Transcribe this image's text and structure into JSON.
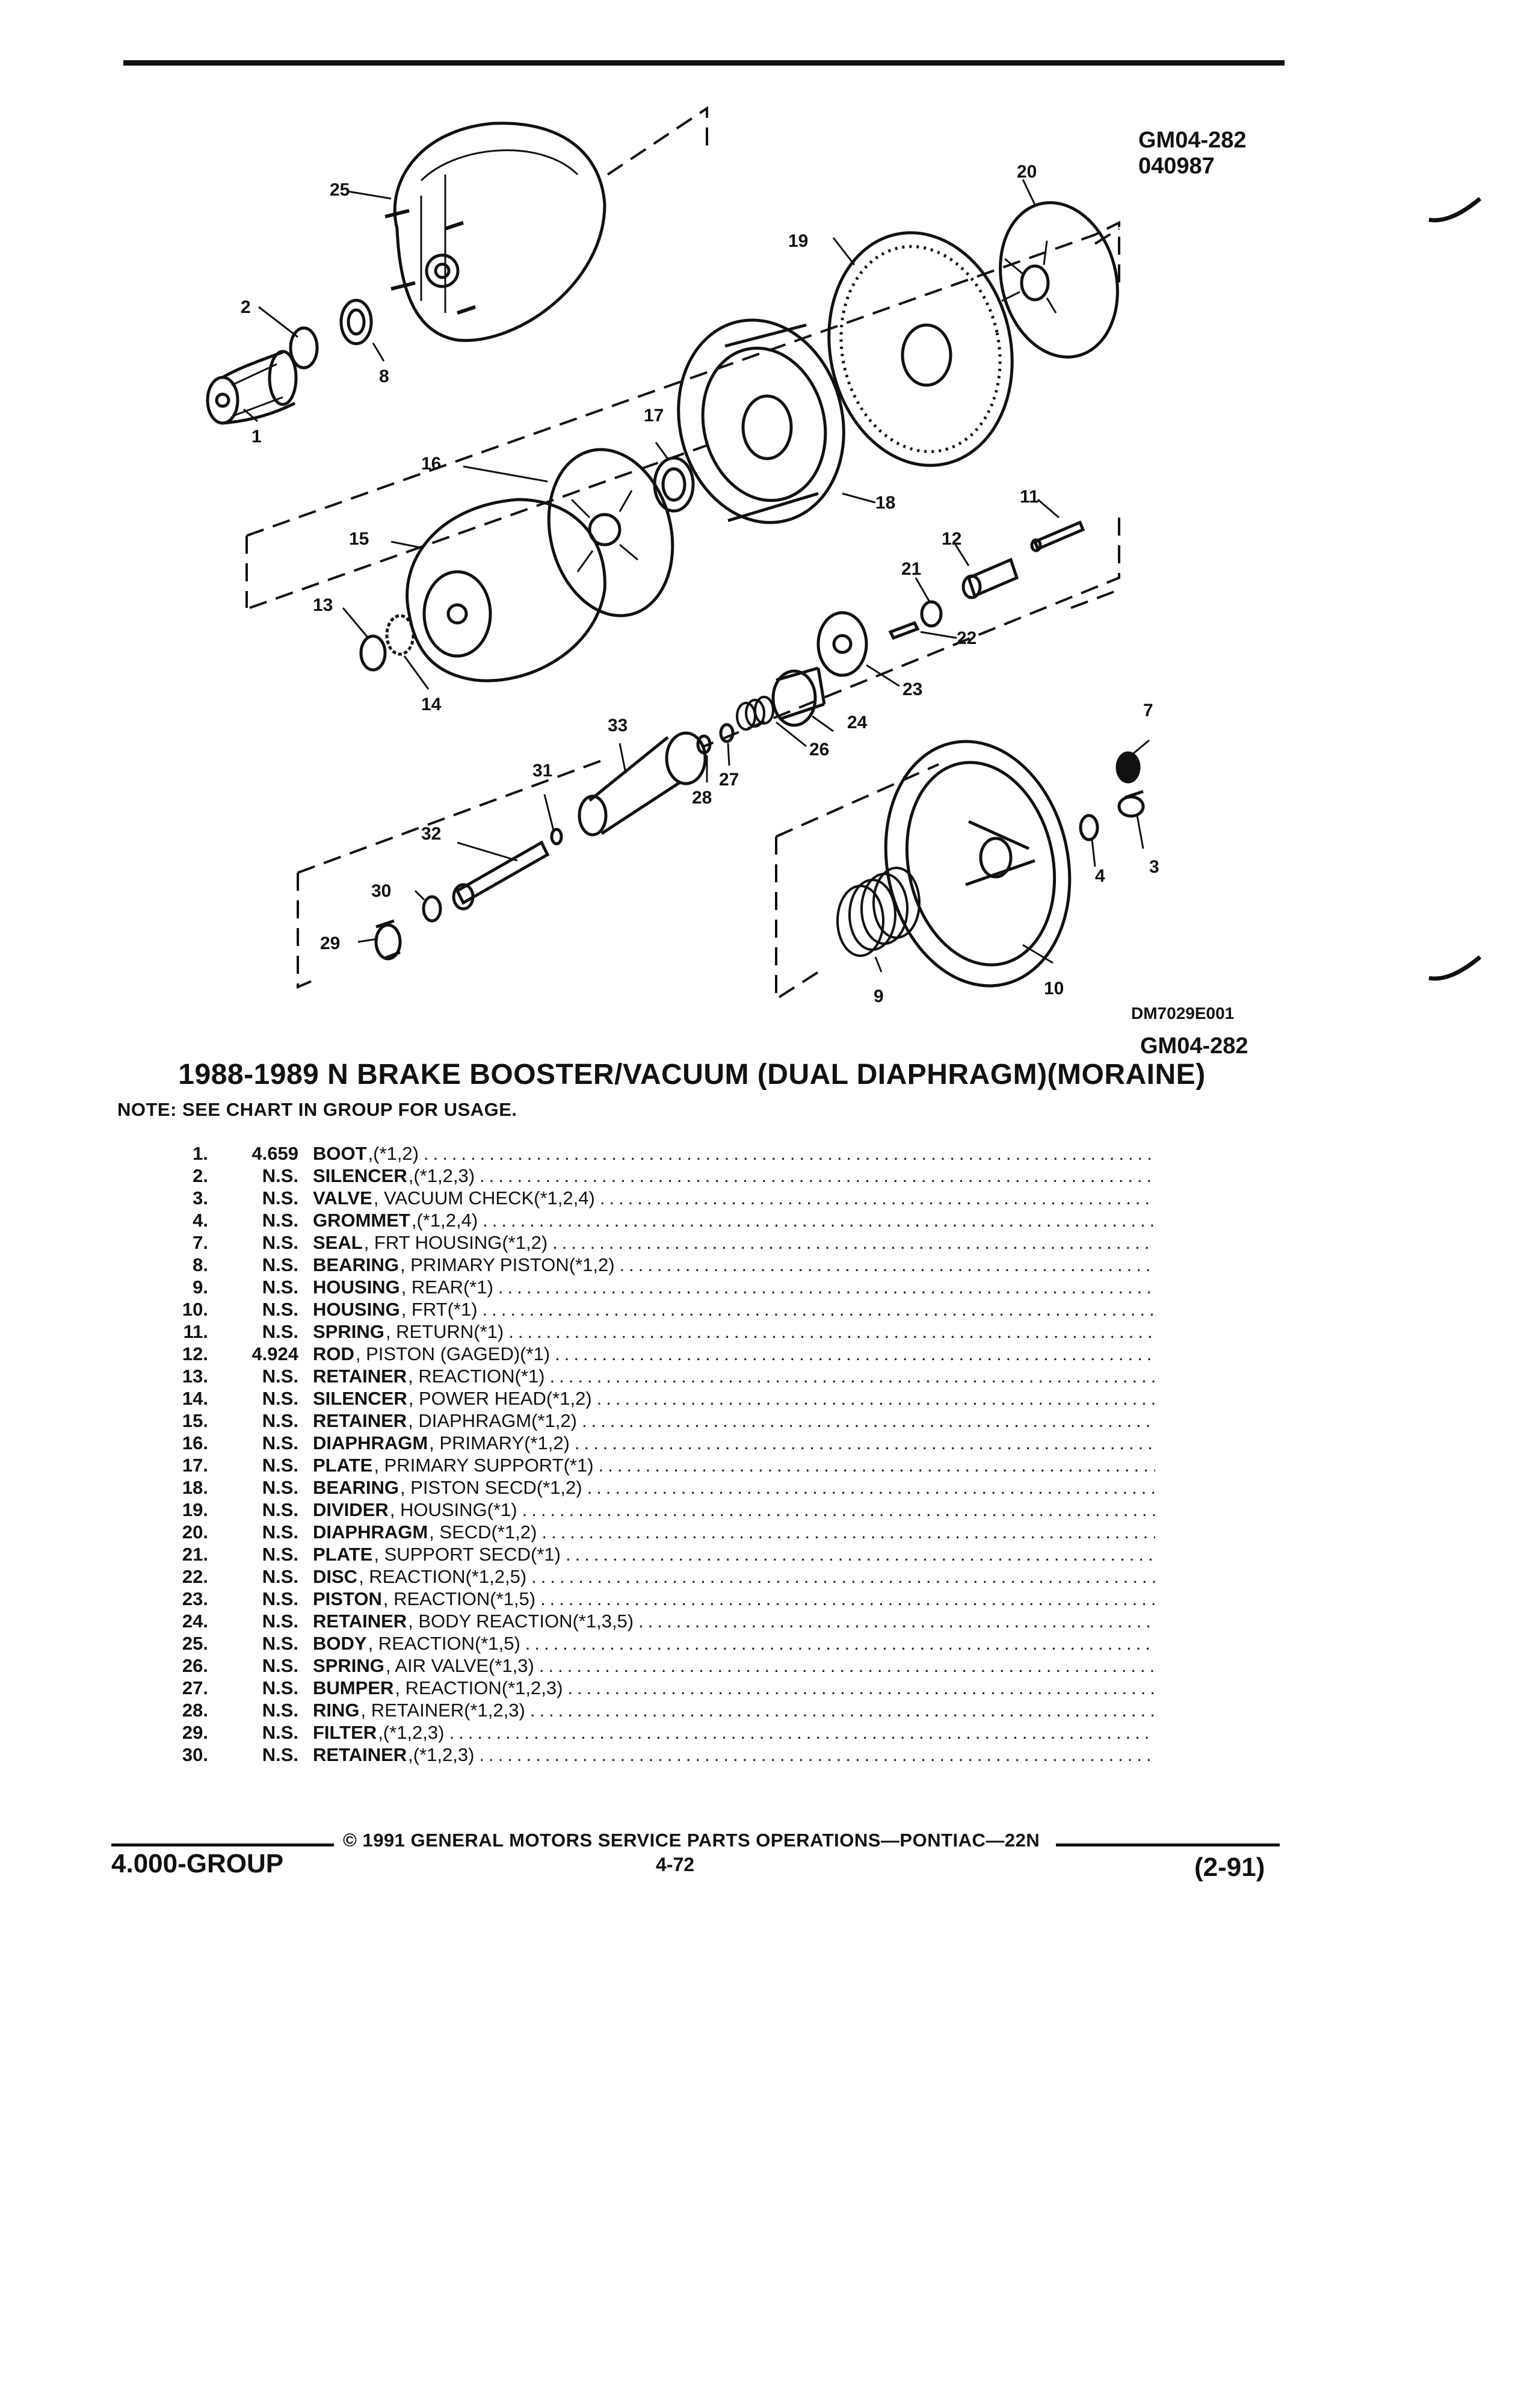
{
  "header": {
    "ref_code": "GM04-282",
    "date_code": "040987"
  },
  "figure": {
    "drawing_number": "DM7029E001",
    "ref_code_bottom": "GM04-282",
    "callouts": [
      "1",
      "2",
      "3",
      "4",
      "7",
      "8",
      "9",
      "10",
      "11",
      "12",
      "13",
      "14",
      "15",
      "16",
      "17",
      "18",
      "19",
      "20",
      "21",
      "22",
      "23",
      "24",
      "25",
      "26",
      "27",
      "28",
      "29",
      "30",
      "31",
      "32",
      "33"
    ]
  },
  "title": "1988-1989 N BRAKE BOOSTER/VACUUM (DUAL DIAPHRAGM)(MORAINE)",
  "note": "NOTE:  SEE CHART IN GROUP FOR USAGE.",
  "parts": [
    {
      "num": "1.",
      "part": "4.659",
      "name": "BOOT",
      "desc": ",(*1,2)"
    },
    {
      "num": "2.",
      "part": "N.S.",
      "name": "SILENCER",
      "desc": ",(*1,2,3)"
    },
    {
      "num": "3.",
      "part": "N.S.",
      "name": "VALVE",
      "desc": ", VACUUM CHECK(*1,2,4)"
    },
    {
      "num": "4.",
      "part": "N.S.",
      "name": "GROMMET",
      "desc": ",(*1,2,4)"
    },
    {
      "num": "7.",
      "part": "N.S.",
      "name": "SEAL",
      "desc": ", FRT HOUSING(*1,2)"
    },
    {
      "num": "8.",
      "part": "N.S.",
      "name": "BEARING",
      "desc": ", PRIMARY PISTON(*1,2)"
    },
    {
      "num": "9.",
      "part": "N.S.",
      "name": "HOUSING",
      "desc": ", REAR(*1)"
    },
    {
      "num": "10.",
      "part": "N.S.",
      "name": "HOUSING",
      "desc": ", FRT(*1)"
    },
    {
      "num": "11.",
      "part": "N.S.",
      "name": "SPRING",
      "desc": ", RETURN(*1)"
    },
    {
      "num": "12.",
      "part": "4.924",
      "name": "ROD",
      "desc": ", PISTON (GAGED)(*1)"
    },
    {
      "num": "13.",
      "part": "N.S.",
      "name": "RETAINER",
      "desc": ", REACTION(*1)"
    },
    {
      "num": "14.",
      "part": "N.S.",
      "name": "SILENCER",
      "desc": ", POWER HEAD(*1,2)"
    },
    {
      "num": "15.",
      "part": "N.S.",
      "name": "RETAINER",
      "desc": ", DIAPHRAGM(*1,2)"
    },
    {
      "num": "16.",
      "part": "N.S.",
      "name": "DIAPHRAGM",
      "desc": ", PRIMARY(*1,2)"
    },
    {
      "num": "17.",
      "part": "N.S.",
      "name": "PLATE",
      "desc": ", PRIMARY SUPPORT(*1)"
    },
    {
      "num": "18.",
      "part": "N.S.",
      "name": "BEARING",
      "desc": ", PISTON SECD(*1,2)"
    },
    {
      "num": "19.",
      "part": "N.S.",
      "name": "DIVIDER",
      "desc": ", HOUSING(*1)"
    },
    {
      "num": "20.",
      "part": "N.S.",
      "name": "DIAPHRAGM",
      "desc": ", SECD(*1,2)"
    },
    {
      "num": "21.",
      "part": "N.S.",
      "name": "PLATE",
      "desc": ", SUPPORT SECD(*1)"
    },
    {
      "num": "22.",
      "part": "N.S.",
      "name": "DISC",
      "desc": ", REACTION(*1,2,5)"
    },
    {
      "num": "23.",
      "part": "N.S.",
      "name": "PISTON",
      "desc": ", REACTION(*1,5)"
    },
    {
      "num": "24.",
      "part": "N.S.",
      "name": "RETAINER",
      "desc": ", BODY REACTION(*1,3,5)"
    },
    {
      "num": "25.",
      "part": "N.S.",
      "name": "BODY",
      "desc": ", REACTION(*1,5)"
    },
    {
      "num": "26.",
      "part": "N.S.",
      "name": "SPRING",
      "desc": ", AIR VALVE(*1,3)"
    },
    {
      "num": "27.",
      "part": "N.S.",
      "name": "BUMPER",
      "desc": ", REACTION(*1,2,3)"
    },
    {
      "num": "28.",
      "part": "N.S.",
      "name": "RING",
      "desc": ", RETAINER(*1,2,3)"
    },
    {
      "num": "29.",
      "part": "N.S.",
      "name": "FILTER",
      "desc": ",(*1,2,3)"
    },
    {
      "num": "30.",
      "part": "N.S.",
      "name": "RETAINER",
      "desc": ",(*1,2,3)"
    }
  ],
  "footer": {
    "copyright": "©  1991  GENERAL MOTORS SERVICE PARTS OPERATIONS—PONTIAC—22N",
    "group": "4.000-GROUP",
    "page": "4-72",
    "date": "(2-91)"
  }
}
